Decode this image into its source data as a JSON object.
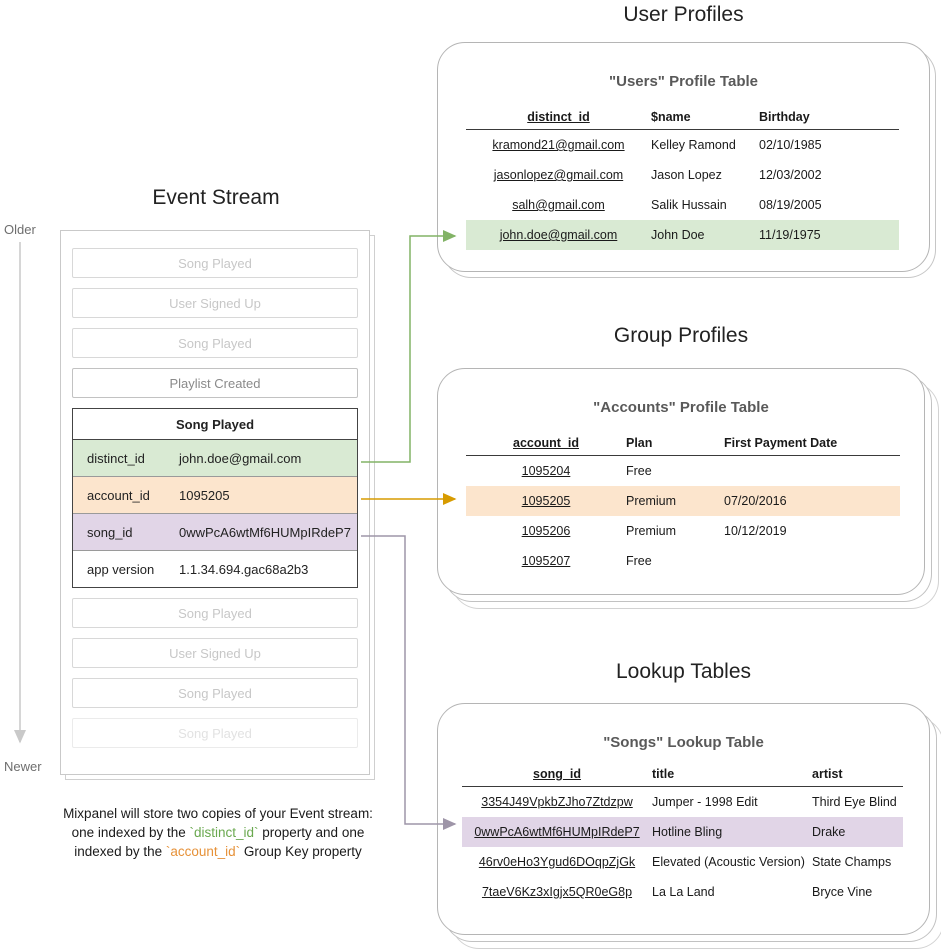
{
  "colors": {
    "green_highlight": "#d9ead3",
    "orange_highlight": "#fce5cd",
    "purple_highlight": "#e1d5e7",
    "green_arrow": "#82b366",
    "orange_arrow": "#d79b00",
    "purple_arrow": "#9e95a8",
    "stream_arrow": "#c9c9c9"
  },
  "event_stream": {
    "title": "Event Stream",
    "older_label": "Older",
    "newer_label": "Newer",
    "events_before": [
      "Song Played",
      "User Signed Up",
      "Song Played",
      "Playlist Created"
    ],
    "expanded_event": {
      "name": "Song Played",
      "properties": [
        {
          "key": "distinct_id",
          "value": "john.doe@gmail.com"
        },
        {
          "key": "account_id",
          "value": "1095205"
        },
        {
          "key": "song_id",
          "value": "0wwPcA6wtMf6HUMpIRdeP7"
        },
        {
          "key": "app version",
          "value": "1.1.34.694.gac68a2b3"
        }
      ]
    },
    "events_after": [
      "Song Played",
      "User Signed Up",
      "Song Played",
      "Song Played"
    ],
    "caption": {
      "line1": "Mixpanel will store two copies of your Event stream:",
      "line2_pre": "one indexed by the ",
      "line2_code": "`distinct_id`",
      "line2_post": " property and one",
      "line3_pre": "indexed by the ",
      "line3_code": "`account_id`",
      "line3_post": " Group Key property"
    }
  },
  "user_profiles": {
    "section_title": "User Profiles",
    "table_title": "\"Users\" Profile Table",
    "columns": {
      "c1": "distinct_id",
      "c2": "$name",
      "c3": "Birthday"
    },
    "rows": [
      {
        "id": "kramond21@gmail.com",
        "name": "Kelley Ramond",
        "birthday": "02/10/1985"
      },
      {
        "id": "jasonlopez@gmail.com",
        "name": "Jason Lopez",
        "birthday": "12/03/2002"
      },
      {
        "id": "salh@gmail.com",
        "name": "Salik Hussain",
        "birthday": "08/19/2005"
      },
      {
        "id": "john.doe@gmail.com",
        "name": "John Doe",
        "birthday": "11/19/1975"
      }
    ]
  },
  "group_profiles": {
    "section_title": "Group Profiles",
    "table_title": "\"Accounts\" Profile Table",
    "columns": {
      "c1": "account_id",
      "c2": "Plan",
      "c3": "First Payment Date"
    },
    "rows": [
      {
        "id": "1095204",
        "plan": "Free",
        "first_payment": ""
      },
      {
        "id": "1095205",
        "plan": "Premium",
        "first_payment": "07/20/2016"
      },
      {
        "id": "1095206",
        "plan": "Premium",
        "first_payment": "10/12/2019"
      },
      {
        "id": "1095207",
        "plan": "Free",
        "first_payment": ""
      }
    ]
  },
  "lookup_tables": {
    "section_title": "Lookup Tables",
    "table_title": "\"Songs\" Lookup Table",
    "columns": {
      "c1": "song_id",
      "c2": "title",
      "c3": "artist"
    },
    "rows": [
      {
        "id": "3354J49VpkbZJho7Ztdzpw",
        "title": "Jumper - 1998 Edit",
        "artist": "Third Eye Blind"
      },
      {
        "id": "0wwPcA6wtMf6HUMpIRdeP7",
        "title": "Hotline Bling",
        "artist": "Drake"
      },
      {
        "id": "46rv0eHo3Ygud6DOqpZjGk",
        "title": "Elevated (Acoustic Version)",
        "artist": "State Champs"
      },
      {
        "id": "7taeV6Kz3xIgjx5QR0eG8p",
        "title": "La La Land",
        "artist": "Bryce Vine"
      }
    ]
  }
}
